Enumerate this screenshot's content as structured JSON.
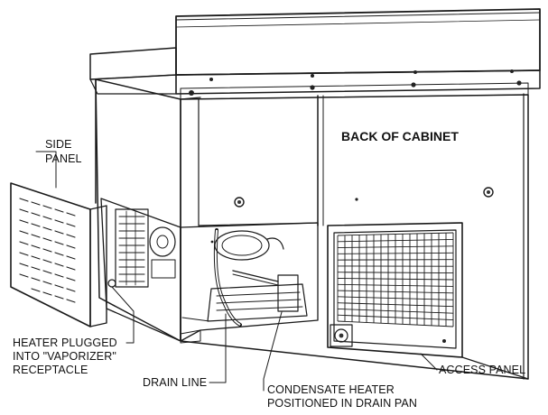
{
  "labels": {
    "back_of_cabinet": "BACK OF CABINET",
    "side_panel_1": "SIDE",
    "side_panel_2": "PANEL",
    "heater_1": "HEATER PLUGGED",
    "heater_2": "INTO \"VAPORIZER\"",
    "heater_3": "RECEPTACLE",
    "drain_line": "DRAIN LINE",
    "condensate_1": "CONDENSATE HEATER",
    "condensate_2": "POSITIONED IN DRAIN PAN",
    "access_panel": "ACCESS PANEL"
  },
  "colors": {
    "line": "#1a1a1a",
    "panel_fill": "#f4f4f4",
    "cabinet_fill": "#f7f7f7",
    "shadow": "#d9d9d9"
  }
}
